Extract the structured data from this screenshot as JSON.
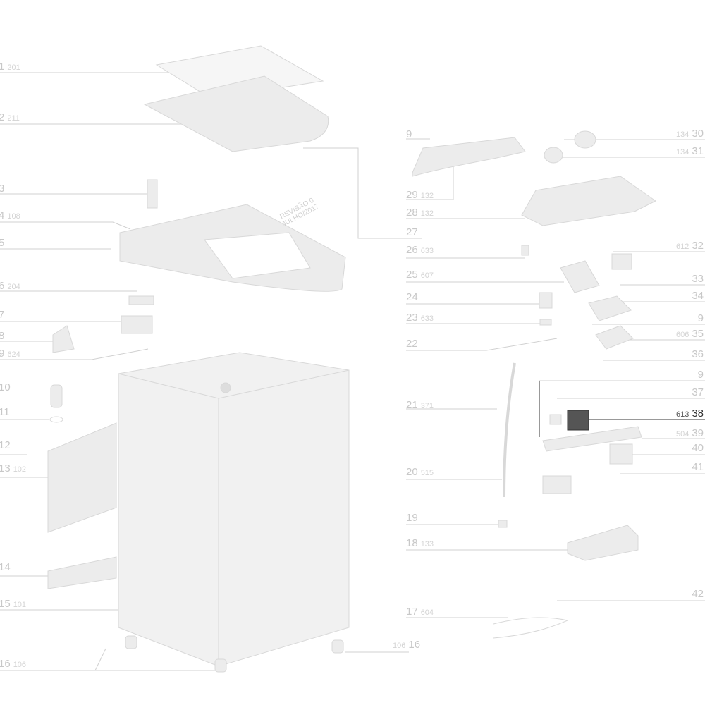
{
  "revision": {
    "line1": "REVISÃO 0",
    "line2": "JULHO/2017"
  },
  "callouts_left": [
    {
      "num": "1",
      "code": "201"
    },
    {
      "num": "2",
      "code": "211"
    },
    {
      "num": "3",
      "code": ""
    },
    {
      "num": "4",
      "code": "108"
    },
    {
      "num": "5",
      "code": ""
    },
    {
      "num": "6",
      "code": "204"
    },
    {
      "num": "7",
      "code": ""
    },
    {
      "num": "8",
      "code": ""
    },
    {
      "num": "9",
      "code": "624"
    },
    {
      "num": "10",
      "code": ""
    },
    {
      "num": "11",
      "code": ""
    },
    {
      "num": "12",
      "code": ""
    },
    {
      "num": "13",
      "code": "102"
    },
    {
      "num": "14",
      "code": ""
    },
    {
      "num": "15",
      "code": "101"
    },
    {
      "num": "16",
      "code": "106"
    }
  ],
  "callouts_middle": [
    {
      "num": "9",
      "code": ""
    },
    {
      "num": "29",
      "code": "132"
    },
    {
      "num": "28",
      "code": "132"
    },
    {
      "num": "27",
      "code": ""
    },
    {
      "num": "26",
      "code": "633"
    },
    {
      "num": "25",
      "code": "607"
    },
    {
      "num": "24",
      "code": ""
    },
    {
      "num": "23",
      "code": "633"
    },
    {
      "num": "22",
      "code": ""
    },
    {
      "num": "21",
      "code": "371"
    },
    {
      "num": "20",
      "code": "515"
    },
    {
      "num": "19",
      "code": ""
    },
    {
      "num": "18",
      "code": "133"
    },
    {
      "num": "17",
      "code": "604"
    },
    {
      "num": "16",
      "code": "106"
    }
  ],
  "callouts_right": [
    {
      "num": "30",
      "code": "134"
    },
    {
      "num": "31",
      "code": "134"
    },
    {
      "num": "32",
      "code": "612"
    },
    {
      "num": "33",
      "code": ""
    },
    {
      "num": "34",
      "code": ""
    },
    {
      "num": "9",
      "code": ""
    },
    {
      "num": "35",
      "code": "606"
    },
    {
      "num": "36",
      "code": ""
    },
    {
      "num": "9",
      "code": ""
    },
    {
      "num": "37",
      "code": ""
    },
    {
      "num": "38",
      "code": "613"
    },
    {
      "num": "39",
      "code": "504"
    },
    {
      "num": "40",
      "code": ""
    },
    {
      "num": "41",
      "code": ""
    },
    {
      "num": "42",
      "code": ""
    }
  ],
  "highlighted_part": "38",
  "colors": {
    "part": "#ececec",
    "part_stroke": "#d8d8d8",
    "leader": "#d0d0d0",
    "highlight": "#555555"
  }
}
